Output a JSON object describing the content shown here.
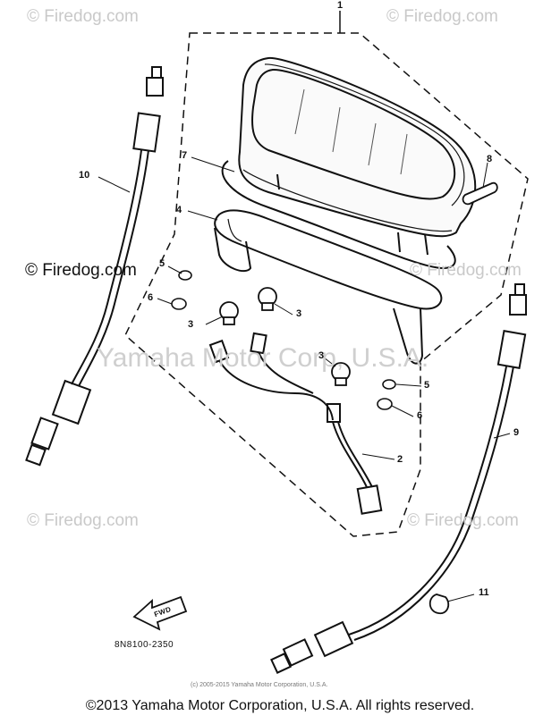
{
  "watermarks": {
    "top_left": "© Firedog.com",
    "top_right": "© Firedog.com",
    "mid_left": "© Firedog.com",
    "mid_right": "© Firedog.com",
    "bottom_left": "© Firedog.com",
    "bottom_right": "© Firedog.com",
    "center": "Yamaha Motor Corp, U.S.A."
  },
  "callouts": {
    "p1": "1",
    "p2": "2",
    "p3a": "3",
    "p3b": "3",
    "p3c": "3",
    "p4": "4",
    "p5a": "5",
    "p5b": "5",
    "p6a": "6",
    "p6b": "6",
    "p7": "7",
    "p8": "8",
    "p9": "9",
    "p10": "10",
    "p11": "11"
  },
  "front_arrow_label": "FWD",
  "diagram_code": "8N8100-2350",
  "small_copyright": "(c) 2005-2015 Yamaha Motor Corporation, U.S.A.",
  "footer": "©2013 Yamaha Motor Corporation, U.S.A. All rights reserved.",
  "colors": {
    "ink": "#111111",
    "watermark": "#c9c9c9",
    "background": "#ffffff"
  }
}
